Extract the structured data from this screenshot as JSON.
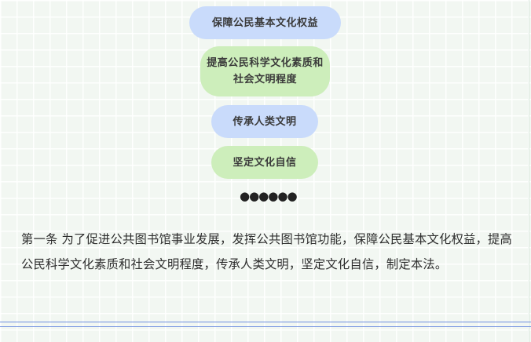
{
  "goals": [
    {
      "label": "保障公民基本文化权益",
      "color": "#c9dbfb"
    },
    {
      "label": "提高公民科学文化素质和社会文明程度",
      "color": "#cdeebb"
    },
    {
      "label": "传承人类文明",
      "color": "#c9dbfb"
    },
    {
      "label": "坚定文化自信",
      "color": "#cdeebb"
    }
  ],
  "ellipsis": "●●●●●●",
  "article_text": "第一条 为了促进公共图书馆事业发展，发挥公共图书馆功能，保障公民基本文化权益，提高公民科学文化素质和社会文明程度，传承人类文明，坚定文化自信，制定本法。"
}
